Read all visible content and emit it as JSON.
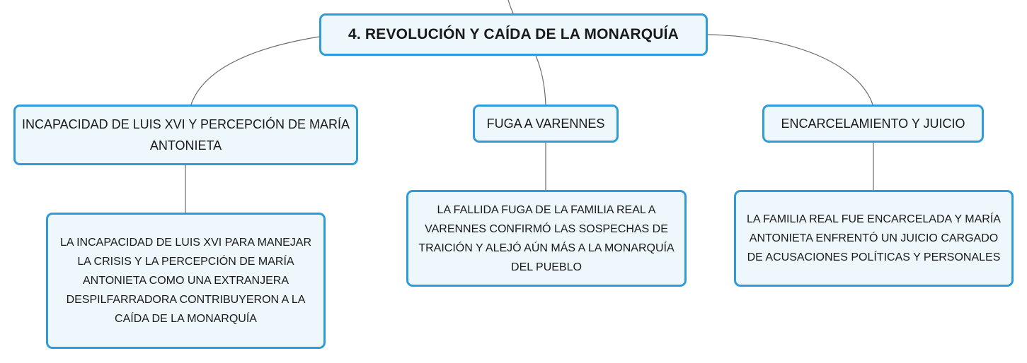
{
  "mindmap": {
    "root": {
      "label": "4. REVOLUCIÓN Y CAÍDA DE LA MONARQUÍA"
    },
    "branches": [
      {
        "label": "INCAPACIDAD DE LUIS XVI Y PERCEPCIÓN DE MARÍA ANTONIETA",
        "detail": "LA INCAPACIDAD DE LUIS XVI PARA MANEJAR LA CRISIS Y LA PERCEPCIÓN DE MARÍA ANTONIETA COMO UNA EXTRANJERA DESPILFARRADORA CONTRIBUYERON A LA CAÍDA DE LA MONARQUÍA"
      },
      {
        "label": "FUGA A VARENNES",
        "detail": "LA FALLIDA FUGA DE LA FAMILIA REAL A VARENNES CONFIRMÓ LAS SOSPECHAS DE TRAICIÓN Y ALEJÓ AÚN MÁS A LA MONARQUÍA DEL PUEBLO"
      },
      {
        "label": "ENCARCELAMIENTO Y JUICIO",
        "detail": "LA FAMILIA REAL FUE ENCARCELADA Y MARÍA ANTONIETA ENFRENTÓ UN JUICIO CARGADO DE ACUSACIONES POLÍTICAS Y PERSONALES"
      }
    ]
  },
  "colors": {
    "node_border": "#2d9bdc",
    "node_fill": "#eef7fc",
    "connector": "#6b6b6b",
    "text": "#1a1a1a"
  }
}
